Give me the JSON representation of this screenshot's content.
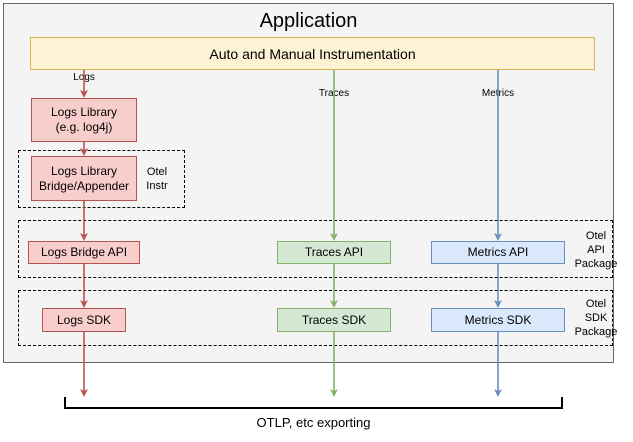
{
  "diagram": {
    "title": "Application",
    "instrumentation_bar": {
      "label": "Auto and Manual Instrumentation",
      "fill": "#fdf3d4",
      "stroke": "#d6b656"
    },
    "signals": [
      {
        "name": "logs",
        "label": "Logs",
        "color": "#b85450"
      },
      {
        "name": "traces",
        "label": "Traces",
        "color": "#82b366"
      },
      {
        "name": "metrics",
        "label": "Metrics",
        "color": "#6c8ebf"
      }
    ],
    "nodes": {
      "logs_library": "Logs Library\n(e.g. log4j)",
      "logs_library_line1": "Logs Library",
      "logs_library_line2": "(e.g. log4j)",
      "logs_bridge_appender_line1": "Logs Library",
      "logs_bridge_appender_line2": "Bridge/Appender",
      "logs_bridge_api": "Logs Bridge API",
      "traces_api": "Traces API",
      "metrics_api": "Metrics API",
      "logs_sdk": "Logs SDK",
      "traces_sdk": "Traces SDK",
      "metrics_sdk": "Metrics SDK"
    },
    "groups": {
      "otel_instr": {
        "line1": "Otel",
        "line2": "Instr"
      },
      "otel_api_package": {
        "line1": "Otel",
        "line2": "API",
        "line3": "Package"
      },
      "otel_sdk_package": {
        "line1": "Otel",
        "line2": "SDK",
        "line3": "Package"
      }
    },
    "export": {
      "caption": "OTLP, etc exporting"
    },
    "colors": {
      "red_fill": "#f8cecc",
      "red_stroke": "#b85450",
      "green_fill": "#d5e8d4",
      "green_stroke": "#82b366",
      "blue_fill": "#dae8fc",
      "blue_stroke": "#6c8ebf",
      "yellow_fill": "#fdf3d4",
      "yellow_stroke": "#d6b656",
      "app_fill": "#f4f4f4",
      "app_stroke": "#666666",
      "bracket": "#000000"
    }
  }
}
